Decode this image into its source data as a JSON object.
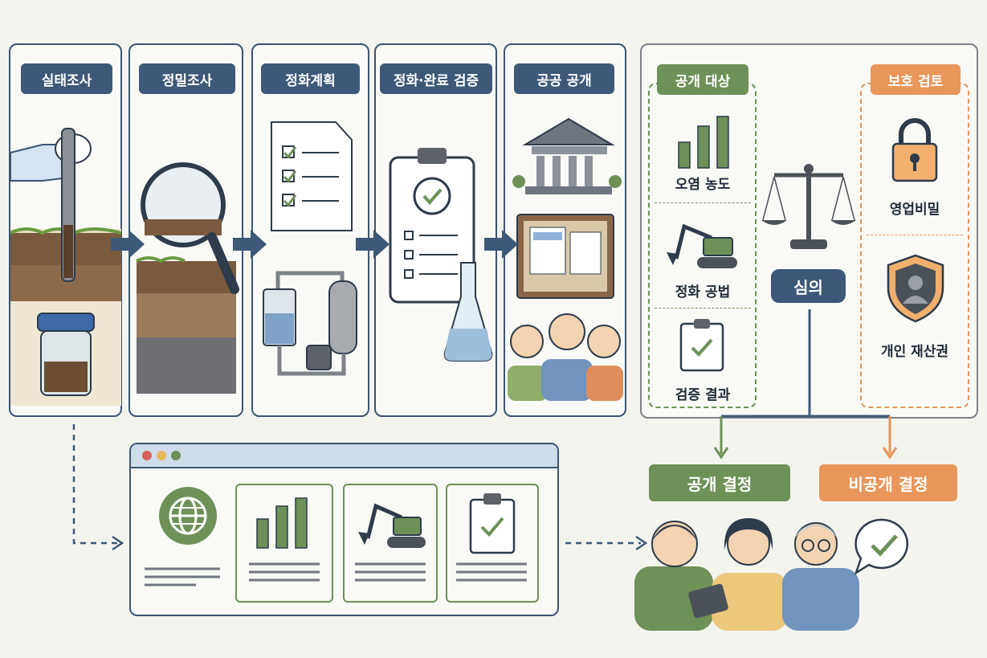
{
  "stages": [
    {
      "label": "실태조사"
    },
    {
      "label": "정밀조사"
    },
    {
      "label": "정화계획"
    },
    {
      "label": "정화·완료 검증"
    },
    {
      "label": "공공 공개"
    }
  ],
  "disclosure": {
    "target_label": "공개 대상",
    "items": [
      "오염 농도",
      "정화 공법",
      "검증 결과"
    ],
    "review_label": "심의",
    "protection_label": "보호 검토",
    "protection_items": [
      "영업비밀",
      "개인 재산권"
    ]
  },
  "decisions": {
    "disclose": "공개 결정",
    "nondisclose": "비공개 결정"
  },
  "colors": {
    "navy": "#3d5878",
    "green": "#6d9157",
    "orange": "#e8965a"
  }
}
